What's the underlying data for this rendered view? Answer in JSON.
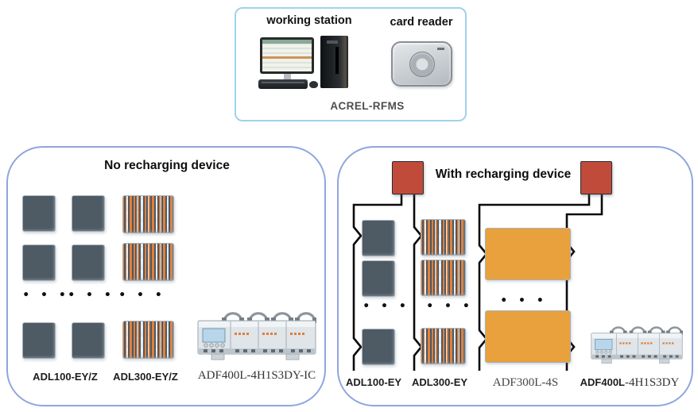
{
  "top_box": {
    "working_station": "working station",
    "card_reader": "card reader",
    "system_name": "ACREL-RFMS"
  },
  "left_panel": {
    "title": "No recharging device",
    "ellipsis": "• • •",
    "device_labels": {
      "adl100": "ADL100-EY/Z",
      "adl300": "ADL300-EY/Z",
      "adf400": "ADF400L-4H1S3DY-IC"
    }
  },
  "right_panel": {
    "title": "With recharging device",
    "ellipsis": "• • •",
    "device_labels": {
      "adl100": "ADL100-EY",
      "adl300": "ADL300-EY",
      "adf300": "ADF300L-4S",
      "adf400_prefix": "ADF400L",
      "adf400_suffix": "-4H1S3DY"
    }
  },
  "colors": {
    "top_box_border": "#9fd2ec",
    "panel_border": "#8ea6dc",
    "wire": "#0b0b0b",
    "terminal_orange": "#e0813c",
    "lcd_blue": "#aecfe2",
    "device_body": "#dbe2e7",
    "recharge_device_body": "#3b4450"
  }
}
